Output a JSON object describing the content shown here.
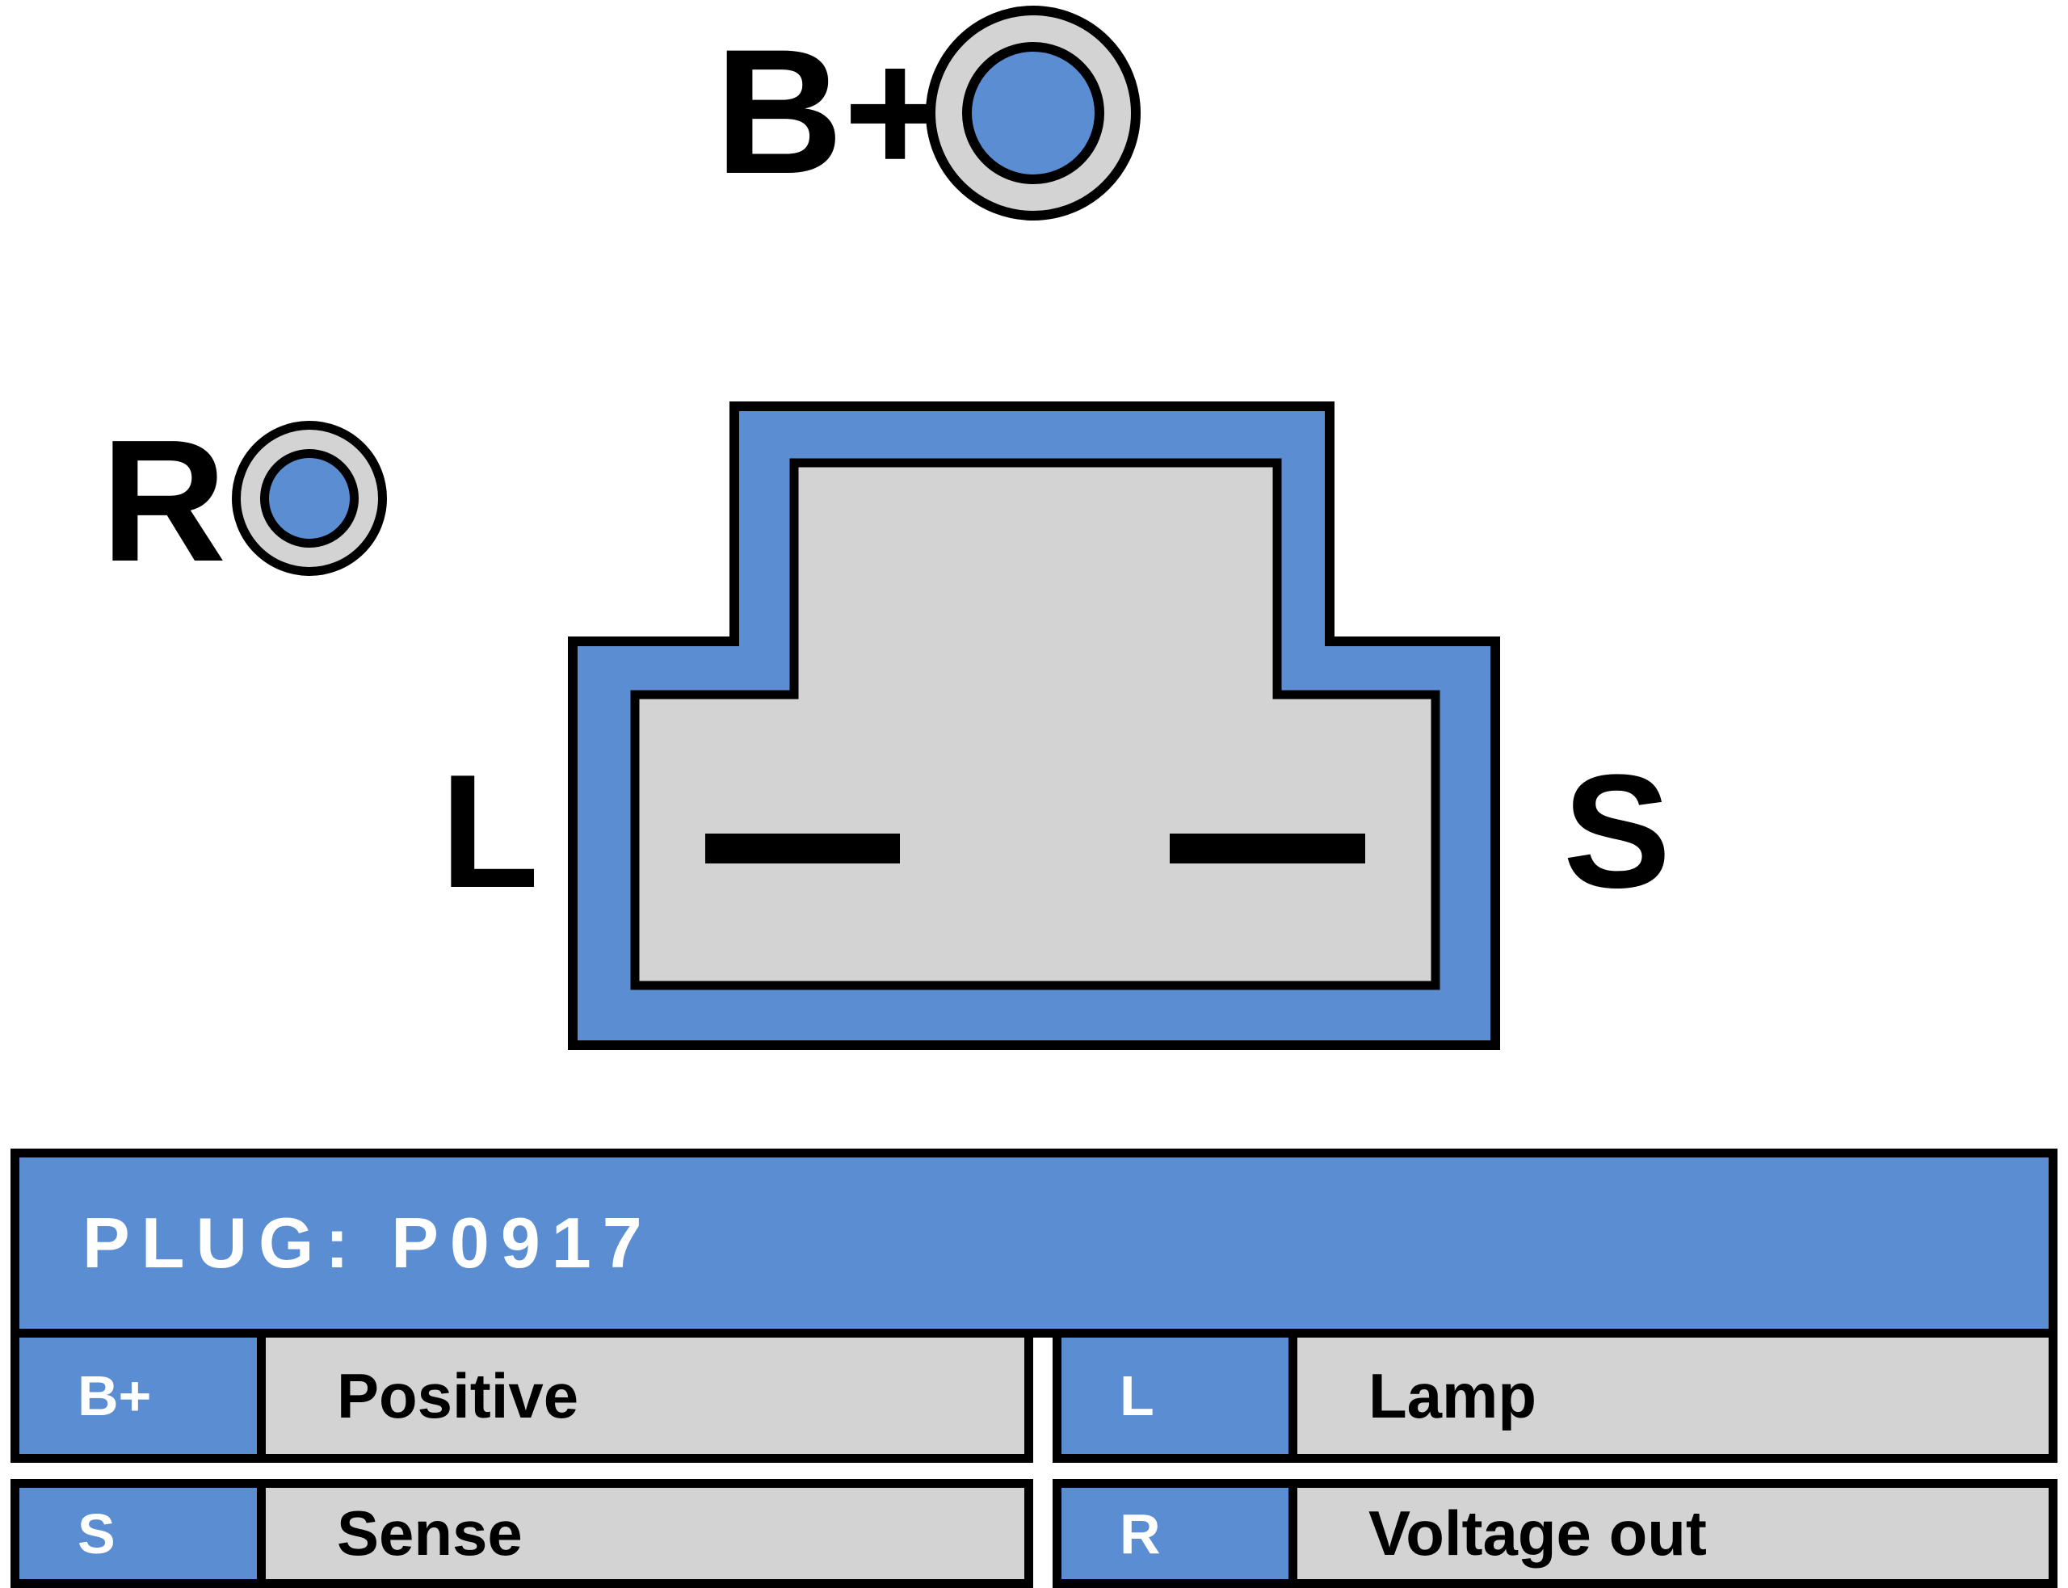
{
  "colors": {
    "blue": "#5b8dd3",
    "gray": "#d3d3d3",
    "ink": "#000000",
    "paper": "#ffffff"
  },
  "diagram": {
    "terminal_bplus_label": "B+",
    "terminal_r_label": "R",
    "pin_left_label": "L",
    "pin_right_label": "S"
  },
  "table": {
    "header": "PLUG: P0917",
    "rows": [
      {
        "cells": [
          {
            "key": "B+",
            "value": "Positive"
          },
          {
            "key": "L",
            "value": "Lamp"
          }
        ]
      },
      {
        "cells": [
          {
            "key": "S",
            "value": "Sense"
          },
          {
            "key": "R",
            "value": "Voltage out"
          }
        ]
      }
    ]
  }
}
